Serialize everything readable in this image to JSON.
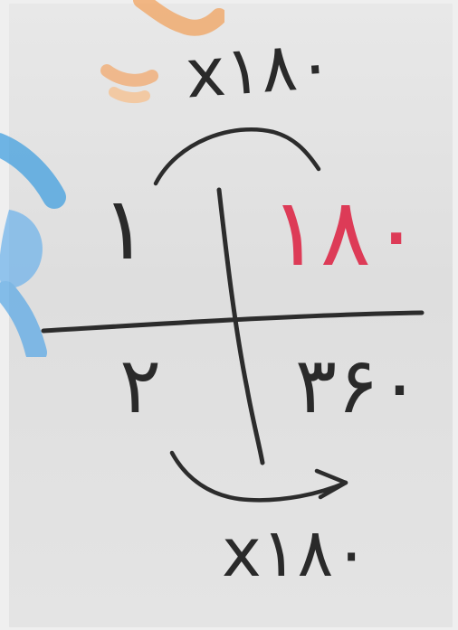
{
  "whiteboard": {
    "top_multiplier": "x۱۸۰",
    "top_left_value": "۱",
    "top_right_value": "۱۸۰",
    "bottom_left_value": "۲",
    "bottom_right_value": "۳۶۰",
    "bottom_multiplier": "x۱۸۰"
  },
  "colors": {
    "ink": "#2a2a2a",
    "accent": "#dd3b57",
    "watermark_blue": "#2c8fd1",
    "watermark_orange": "#f2a15a"
  },
  "watermark": {
    "present": true
  }
}
